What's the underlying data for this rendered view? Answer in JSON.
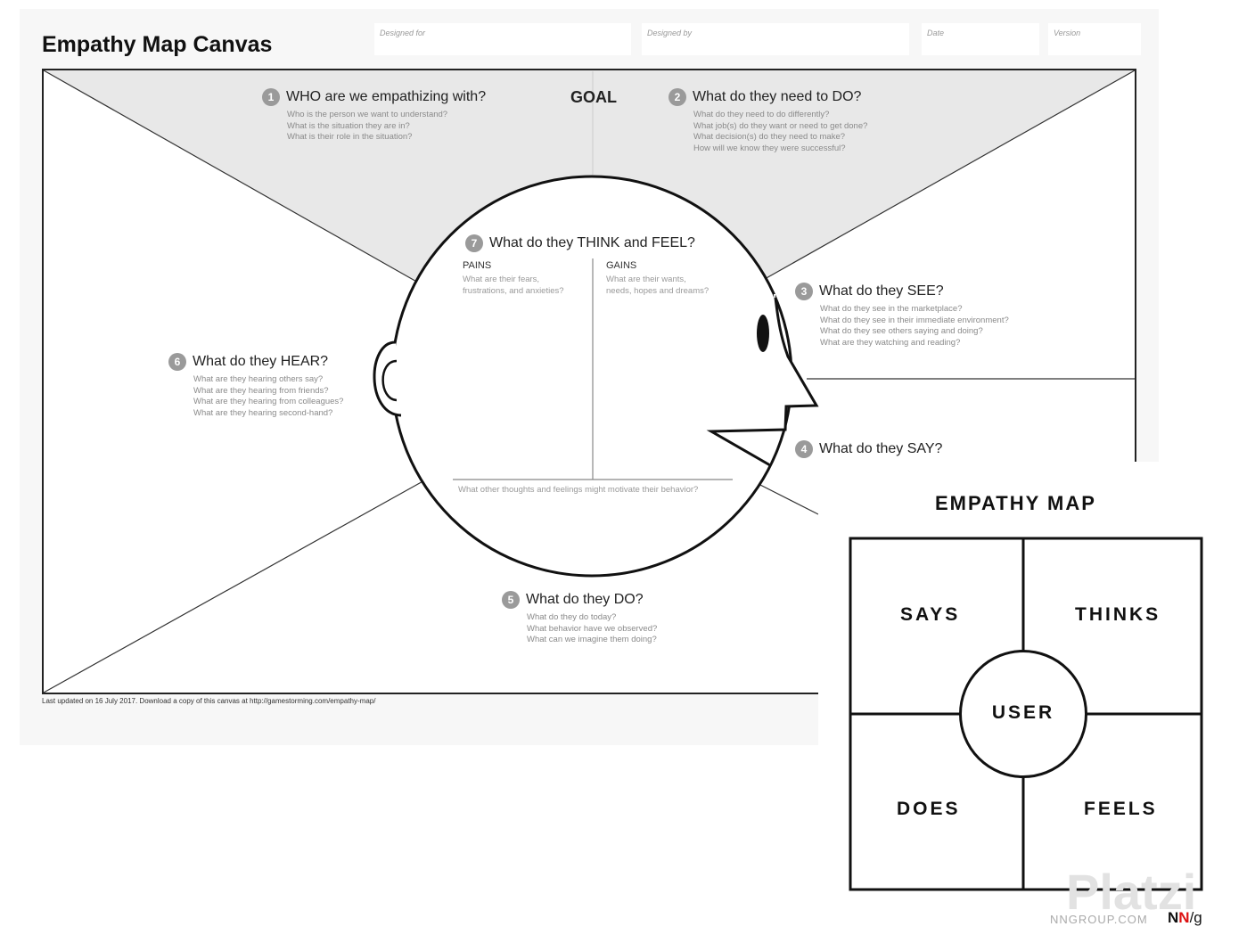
{
  "canvas": {
    "title": "Empathy Map Canvas",
    "meta_fields": [
      "Designed for",
      "Designed by",
      "Date",
      "Version"
    ],
    "goal": "GOAL",
    "sections": {
      "who": {
        "num": "1",
        "title": "WHO are we empathizing with?",
        "lines": [
          "Who is the person we want to understand?",
          "What is the situation they are in?",
          "What is their role in the situation?"
        ]
      },
      "do_need": {
        "num": "2",
        "title": "What do they need to DO?",
        "lines": [
          "What do they need to do differently?",
          "What job(s) do they want or need to get done?",
          "What decision(s) do they need to make?",
          "How will we know they were successful?"
        ]
      },
      "see": {
        "num": "3",
        "title": "What do they SEE?",
        "lines": [
          "What do they see in the marketplace?",
          "What do they see in their immediate environment?",
          "What do they see others saying and doing?",
          "What are they watching and reading?"
        ]
      },
      "say": {
        "num": "4",
        "title": "What do they SAY?"
      },
      "do": {
        "num": "5",
        "title": "What do they DO?",
        "lines": [
          "What do they do today?",
          "What behavior have we observed?",
          "What can we imagine them doing?"
        ]
      },
      "hear": {
        "num": "6",
        "title": "What do they HEAR?",
        "lines": [
          "What are they hearing others say?",
          "What are they hearing from friends?",
          "What are they hearing from colleagues?",
          "What are they hearing second-hand?"
        ]
      },
      "think_feel": {
        "num": "7",
        "title": "What do they THINK and FEEL?",
        "pains": {
          "label": "PAINS",
          "lines": [
            "What are their fears,",
            "frustrations, and anxieties?"
          ]
        },
        "gains": {
          "label": "GAINS",
          "lines": [
            "What are their wants,",
            "needs, hopes and dreams?"
          ]
        },
        "footer": "What other thoughts and feelings might motivate their behavior?"
      }
    },
    "footer_note": "Last updated on 16 July 2017. Download a copy of this canvas at http://gamestorming.com/empathy-map/"
  },
  "empathy_map": {
    "title": "EMPATHY MAP",
    "quadrants": {
      "says": "SAYS",
      "thinks": "THINKS",
      "does": "DOES",
      "feels": "FEELS"
    },
    "center": "USER"
  },
  "branding": {
    "site": "NNGROUP.COM",
    "logo_n1": "N",
    "logo_n2": "N",
    "logo_g": "/g",
    "watermark": "Platzi"
  },
  "colors": {
    "accent_red": "#d11111",
    "shaded_region": "#e8e8e8",
    "number_badge": "#9a9a9a"
  }
}
